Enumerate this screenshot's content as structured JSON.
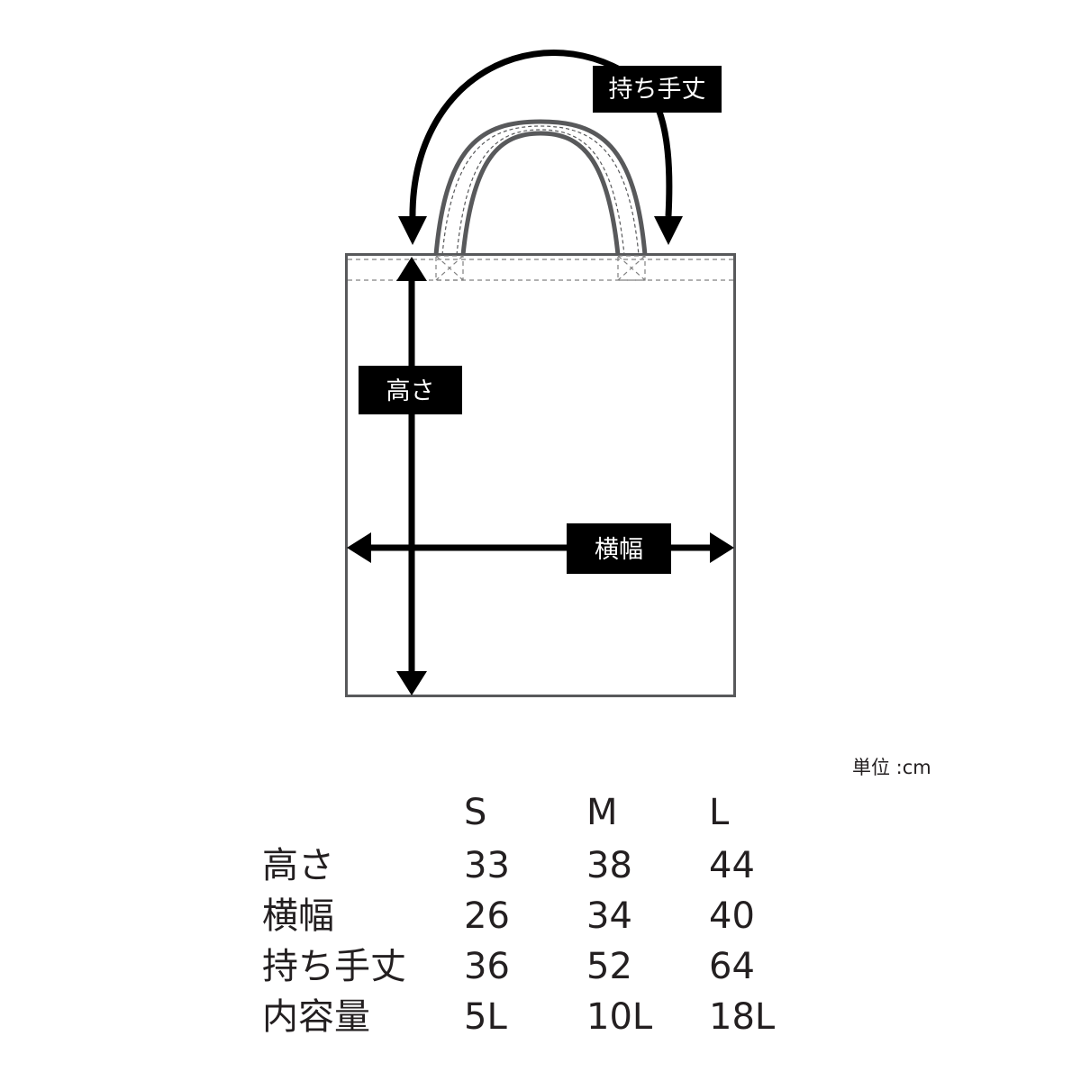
{
  "diagram": {
    "labels": {
      "handle": "持ち手丈",
      "height": "高さ",
      "width": "横幅"
    }
  },
  "unit_note": "単位 :cm",
  "size_table": {
    "columns": [
      "S",
      "M",
      "L"
    ],
    "rows": [
      {
        "label": "高さ",
        "values": [
          "33",
          "38",
          "44"
        ]
      },
      {
        "label": "横幅",
        "values": [
          "26",
          "34",
          "40"
        ]
      },
      {
        "label": "持ち手丈",
        "values": [
          "36",
          "52",
          "64"
        ]
      },
      {
        "label": "内容量",
        "values": [
          "5L",
          "10L",
          "18L"
        ]
      }
    ]
  },
  "colors": {
    "bag_outline": "#58595b",
    "arrow": "#000000",
    "label_bg": "#000000",
    "label_text": "#ffffff",
    "table_text": "#231f20"
  }
}
